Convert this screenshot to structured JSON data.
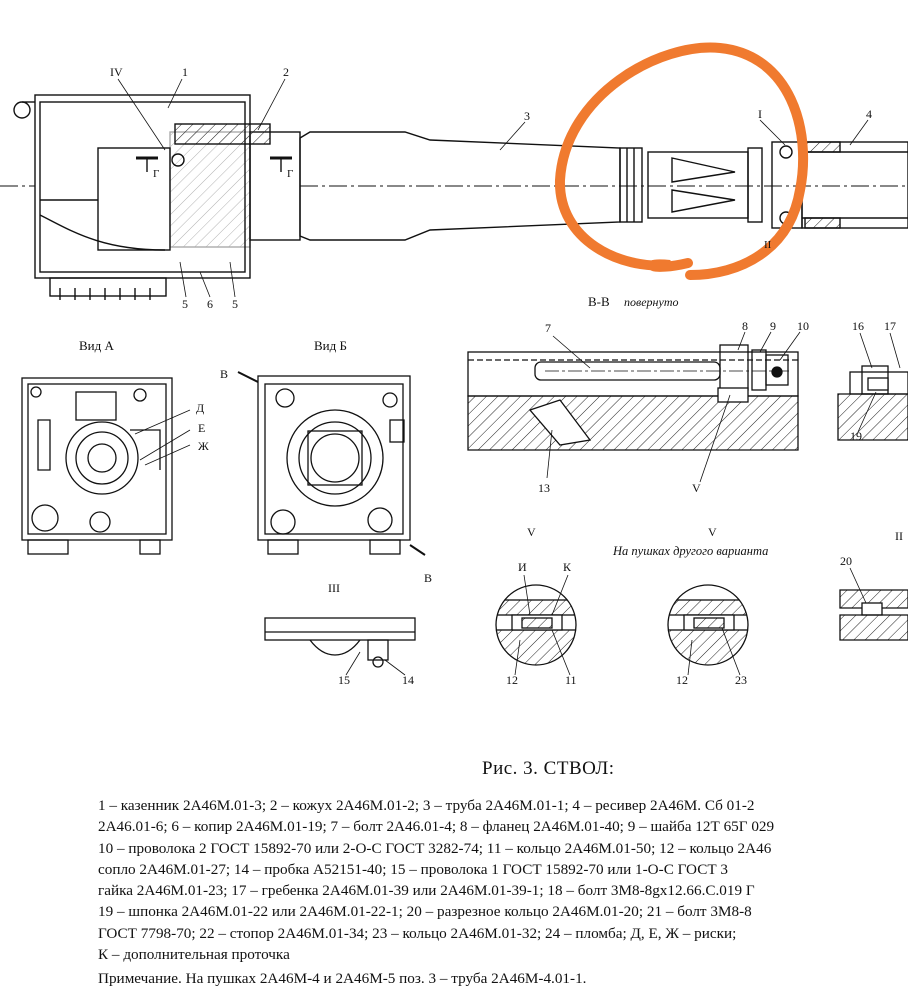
{
  "drawing": {
    "labels": {
      "n1": "1",
      "n2": "2",
      "n3": "3",
      "n4": "4",
      "n5a": "5",
      "n5b": "5",
      "n6": "6",
      "n7": "7",
      "n8": "8",
      "n9": "9",
      "n10": "10",
      "n11": "11",
      "n12a": "12",
      "n12b": "12",
      "n13": "13",
      "n14": "14",
      "n15": "15",
      "n16": "16",
      "n17": "17",
      "n19": "19",
      "n20": "20",
      "n23": "23",
      "roman_iv": "IV",
      "roman_i": "I",
      "roman_ii_top": "II",
      "roman_iii": "III",
      "roman_ii": "II",
      "roman_v1": "V",
      "roman_v2": "V",
      "roman_v3": "V",
      "g1": "Г",
      "g2": "Г",
      "v_mark1": "В",
      "v_mark2": "В",
      "d": "Д",
      "e": "Е",
      "zh": "Ж",
      "i": "И",
      "k": "К"
    },
    "view_a": "Вид А",
    "view_b": "Вид Б",
    "section_vv": "В-В",
    "section_vv_note": "повернуто",
    "other_variant": "На пушках другого варианта"
  },
  "caption": "Рис. 3. СТВОЛ:",
  "legend_lines": [
    "1 – казенник 2А46М.01-3;  2 – кожух 2А46М.01-2;  3 – труба 2А46М.01-1;  4 – ресивер 2А46М. Сб 01-2",
    "2А46.01-6;  6 – копир 2А46М.01-19;  7 – болт 2А46.01-4;  8 – фланец 2А46М.01-40;  9 – шайба 12Т 65Г 029",
    "10 – проволока 2 ГОСТ 15892-70 или 2-О-С ГОСТ 3282-74;  11 – кольцо 2А46М.01-50;  12 – кольцо 2А46",
    "сопло 2А46М.01-27;  14 – пробка А52151-40;  15 – проволока 1 ГОСТ 15892-70 или 1-О-С ГОСТ 3",
    "гайка 2А46М.01-23;  17 – гребенка 2А46М.01-39 или 2А46М.01-39-1;  18 – болт 3М8-8gх12.66.С.019 Г",
    "19 – шпонка 2А46М.01-22 или 2А46М.01-22-1;  20 – разрезное кольцо 2А46М.01-20;  21 – болт 3М8-8",
    "ГОСТ 7798-70;  22 – стопор 2А46М.01-34;  23 – кольцо 2А46М.01-32;  24 – пломба;  Д, Е, Ж – риски;",
    "К – дополнительная проточка"
  ],
  "note": "Примечание. На пушках 2А46М-4 и 2А46М-5 поз. 3 – труба 2А46М-4.01-1.",
  "colors": {
    "ink": "#111111",
    "highlight": "#f07a2f",
    "paper": "#ffffff"
  }
}
